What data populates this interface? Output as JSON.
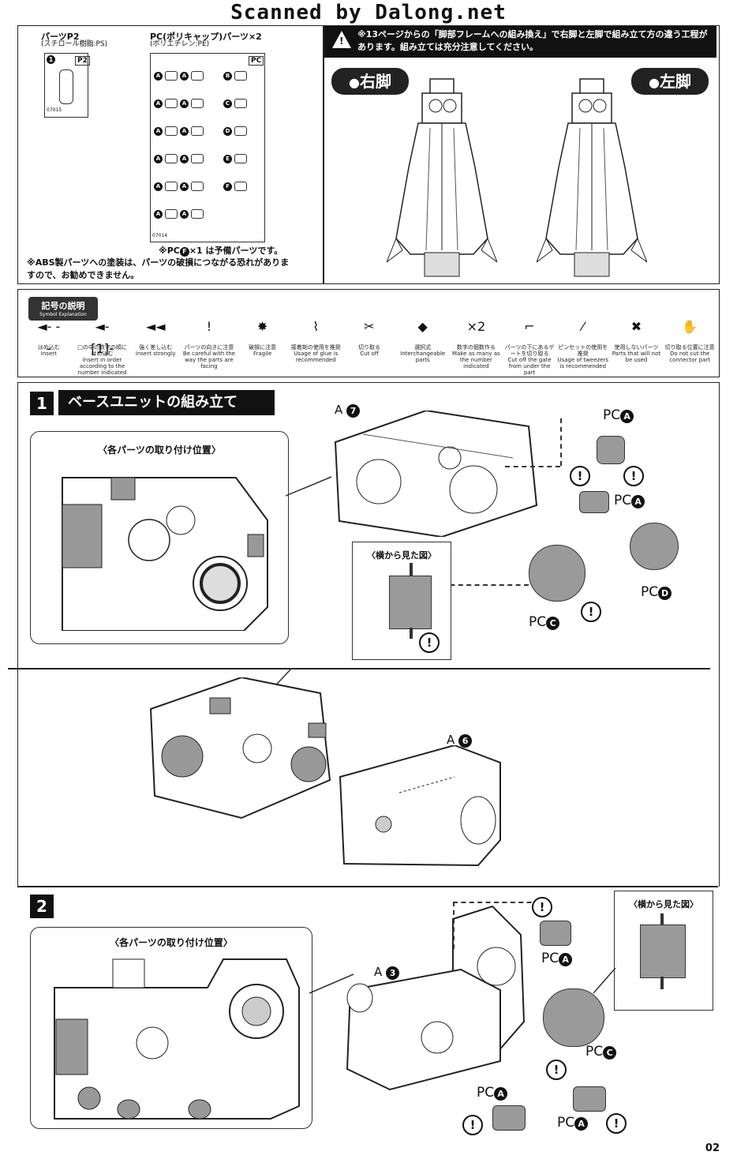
{
  "banner": "Scanned by Dalong.net",
  "parts_p2": {
    "title": "パーツP2",
    "material": "(スチロール樹脂:PS)",
    "runner_label": "P2",
    "part_number": "1",
    "code": "07015"
  },
  "parts_pc": {
    "title": "PC(ポリキャップ)パーツ×2",
    "material": "(ポリエチレン:PE)",
    "runner_label": "PC",
    "code": "07014",
    "left_labels": [
      "A",
      "A",
      "A",
      "A",
      "A",
      "A"
    ],
    "right_labels": [
      "B",
      "C",
      "D",
      "E",
      "F"
    ],
    "spare_note": "※PC",
    "spare_letter": "F",
    "spare_note_tail": "×1 は予備パーツです。"
  },
  "abs_note": "※ABS製パーツへの塗装は、パーツの破損につながる恐れがありますので、お勧めできません。",
  "warning_header": {
    "icon": "!",
    "text": "※13ページからの「脚部フレームへの組み換え」で右脚と左脚で組み立て方の違う工程があります。組み立ては充分注意してください。",
    "right_leg": "右脚",
    "left_leg": "左脚"
  },
  "symbols": {
    "title": "記号の説明",
    "subtitle": "Symbol Explanation",
    "items": [
      {
        "icon": "insert-arrow-icon",
        "glyph": "◄- - -",
        "jp": "はめ込む",
        "en": "Insert"
      },
      {
        "icon": "insert-order-icon",
        "glyph": "◄-[1]-",
        "jp": "□の中の数字の順にはめ込む",
        "en": "Insert in order according to the number indicated"
      },
      {
        "icon": "insert-strong-icon",
        "glyph": "◄◄",
        "jp": "強く差し込む",
        "en": "Insert strongly"
      },
      {
        "icon": "caution-icon",
        "glyph": "!",
        "jp": "パーツの向きに注意",
        "en": "Be careful with the way the parts are facing"
      },
      {
        "icon": "fragile-icon",
        "glyph": "✸",
        "jp": "破損に注意",
        "en": "Fragile"
      },
      {
        "icon": "glue-icon",
        "glyph": "⌇",
        "jp": "接着剤の使用を推奨",
        "en": "Usage of glue is recommended"
      },
      {
        "icon": "cut-off-icon",
        "glyph": "✂",
        "jp": "切り取る",
        "en": "Cut off"
      },
      {
        "icon": "interchangeable-icon",
        "glyph": "◆",
        "jp": "選択式",
        "en": "Interchangeable parts"
      },
      {
        "icon": "make-multiple-icon",
        "glyph": "×2",
        "jp": "数字の個数作る",
        "en": "Make as many as the number indicated"
      },
      {
        "icon": "gate-cut-icon",
        "glyph": "⌐",
        "jp": "パーツの下にあるゲートを切り取る",
        "en": "Cut off the gate from under the part"
      },
      {
        "icon": "tweezers-icon",
        "glyph": "⁄",
        "jp": "ピンセットの使用を推奨",
        "en": "Usage of tweezers is recommended"
      },
      {
        "icon": "not-used-icon",
        "glyph": "✖",
        "jp": "使用しないパーツ",
        "en": "Parts that will not be used"
      },
      {
        "icon": "no-cut-connector-icon",
        "glyph": "✋",
        "jp": "切り取る位置に注意",
        "en": "Do not cut the connector part"
      }
    ]
  },
  "step1": {
    "number": "1",
    "title": "ベースユニットの組み立て",
    "position_label": "〈各パーツの取り付け位置〉",
    "side_view_label": "〈横から見た図〉",
    "part_a7": "A",
    "part_a7_num": "7",
    "part_a6": "A",
    "part_a6_num": "6",
    "pc_prefix": "PC",
    "pc_a": "A",
    "pc_c": "C",
    "pc_d": "D"
  },
  "step2": {
    "number": "2",
    "position_label": "〈各パーツの取り付け位置〉",
    "side_view_label": "〈横から見た図〉",
    "part_a3": "A",
    "part_a3_num": "3",
    "pc_prefix": "PC",
    "pc_a": "A",
    "pc_c": "C"
  },
  "page_number": "02"
}
